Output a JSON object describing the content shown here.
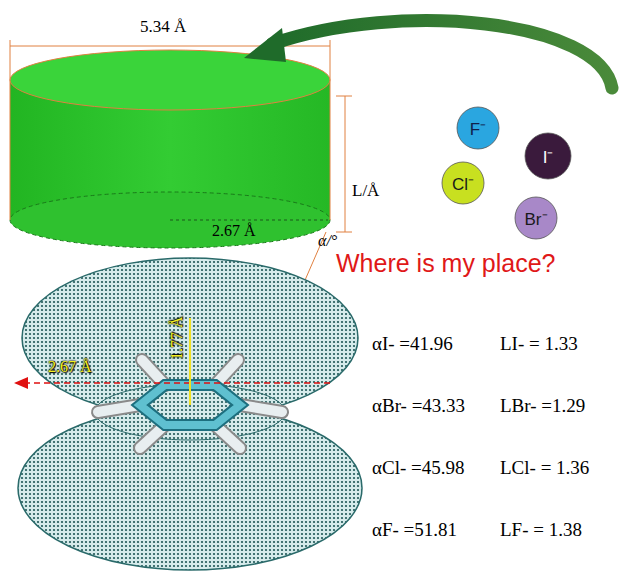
{
  "diagram": {
    "nodes": [
      {
        "text": [
          "F⁻"
        ]
      },
      {
        "text": [
          "I⁻"
        ]
      },
      {
        "text": [
          "Cl⁻"
        ]
      },
      {
        "text": [
          "Br⁻"
        ]
      }
    ],
    "labels": [
      "5.34 Å",
      "L/Å",
      "2.67 Å",
      "α/°",
      "Where is my place?",
      "2.67 Å",
      "1.77 Å",
      "αI- =41.96",
      "LI- = 1.33",
      "αBr- =43.33",
      "LBr- =1.29",
      "αCl- =45.98",
      "LCl- = 1.36",
      "αF- =51.81",
      "LF- = 1.38"
    ]
  }
}
